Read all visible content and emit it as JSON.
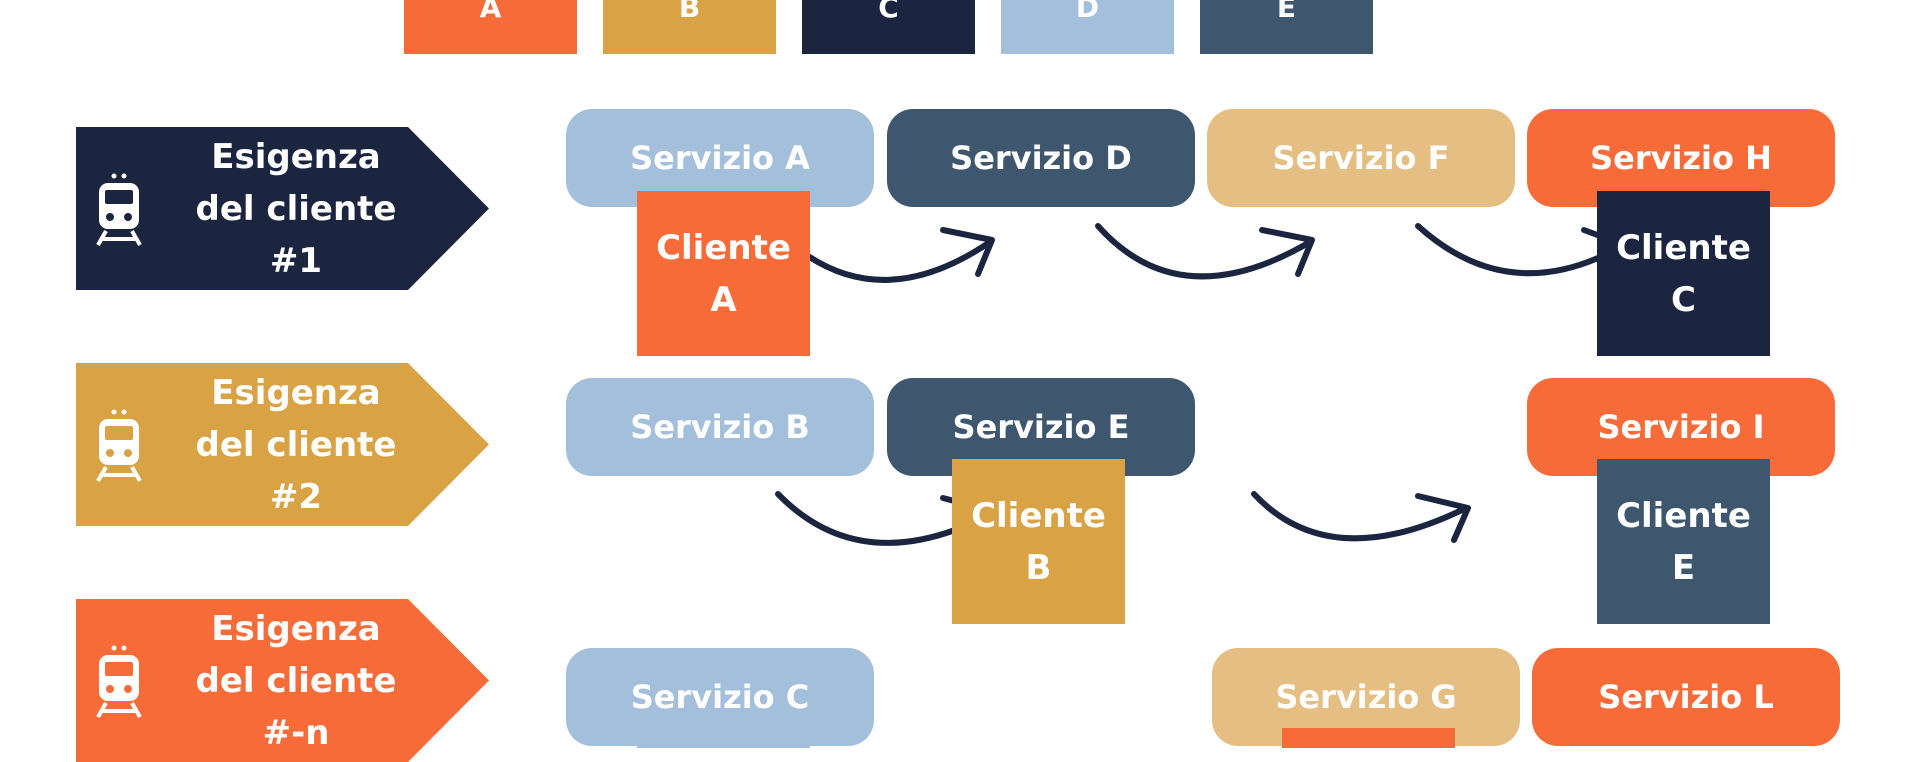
{
  "colors": {
    "orange": "#F76B39",
    "gold": "#D8A245",
    "navy": "#1C2540",
    "light_blue": "#A4BFDB",
    "slate": "#3E566E",
    "sand": "#E4BE82"
  },
  "legend": [
    "A",
    "B",
    "C",
    "D",
    "E"
  ],
  "needs": [
    {
      "label": "Esigenza del cliente #1",
      "icon": "train-icon"
    },
    {
      "label": "Esigenza del cliente #2",
      "icon": "train-icon"
    },
    {
      "label": "Esigenza del cliente #-n",
      "icon": "train-icon"
    }
  ],
  "services": {
    "a": "Servizio A",
    "b": "Servizio B",
    "c": "Servizio C",
    "d": "Servizio D",
    "e": "Servizio E",
    "f": "Servizio F",
    "g": "Servizio G",
    "h": "Servizio H",
    "i": "Servizio I",
    "l": "Servizio L"
  },
  "clients": {
    "a": "Cliente\nA",
    "b": "Cliente\nB",
    "c": "Cliente\nC",
    "e": "Cliente\nE"
  }
}
